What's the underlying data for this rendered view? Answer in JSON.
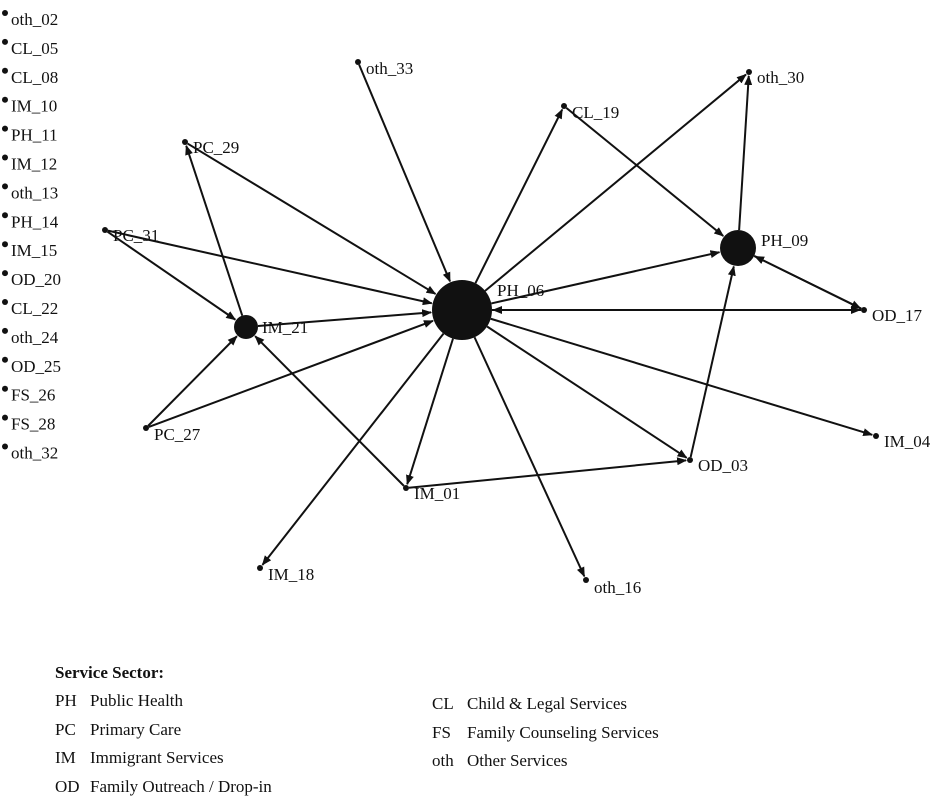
{
  "diagram": {
    "type": "directed-network",
    "nodes": [
      "PH_06",
      "PH_09",
      "IM_21",
      "oth_33",
      "PC_29",
      "PC_31",
      "PC_27",
      "IM_01",
      "IM_18",
      "oth_16",
      "OD_03",
      "IM_04",
      "OD_17",
      "CL_19",
      "oth_30"
    ],
    "isolates": [
      "oth_02",
      "CL_05",
      "CL_08",
      "IM_10",
      "PH_11",
      "IM_12",
      "oth_13",
      "PH_14",
      "IM_15",
      "OD_20",
      "CL_22",
      "oth_24",
      "OD_25",
      "FS_26",
      "FS_28",
      "oth_32"
    ],
    "edges": [
      [
        "oth_33",
        "PH_06"
      ],
      [
        "PC_29",
        "PH_06"
      ],
      [
        "PC_31",
        "PH_06"
      ],
      [
        "PC_27",
        "PH_06"
      ],
      [
        "IM_21",
        "PH_06"
      ],
      [
        "IM_21",
        "PC_29"
      ],
      [
        "PC_31",
        "IM_21"
      ],
      [
        "PC_27",
        "IM_21"
      ],
      [
        "IM_01",
        "IM_21"
      ],
      [
        "PH_06",
        "IM_01"
      ],
      [
        "PH_06",
        "IM_18"
      ],
      [
        "PH_06",
        "oth_16"
      ],
      [
        "PH_06",
        "OD_03"
      ],
      [
        "PH_06",
        "IM_04"
      ],
      [
        "PH_06",
        "OD_17"
      ],
      [
        "OD_17",
        "PH_06"
      ],
      [
        "PH_06",
        "CL_19"
      ],
      [
        "PH_06",
        "oth_30"
      ],
      [
        "PH_06",
        "PH_09"
      ],
      [
        "CL_19",
        "PH_09"
      ],
      [
        "PH_09",
        "oth_30"
      ],
      [
        "OD_17",
        "PH_09"
      ],
      [
        "PH_09",
        "OD_17"
      ],
      [
        "OD_03",
        "PH_09"
      ],
      [
        "IM_01",
        "OD_03"
      ]
    ]
  },
  "legend": {
    "title": "Service Sector:",
    "col1": [
      {
        "code": "PH",
        "label": "Public Health"
      },
      {
        "code": "PC",
        "label": "Primary Care"
      },
      {
        "code": "IM",
        "label": "Immigrant Services"
      },
      {
        "code": "OD",
        "label": "Family Outreach / Drop-in"
      }
    ],
    "col2": [
      {
        "code": "CL",
        "label": "Child & Legal Services"
      },
      {
        "code": "FS",
        "label": "Family Counseling Services"
      },
      {
        "code": "oth",
        "label": "Other Services"
      }
    ]
  }
}
